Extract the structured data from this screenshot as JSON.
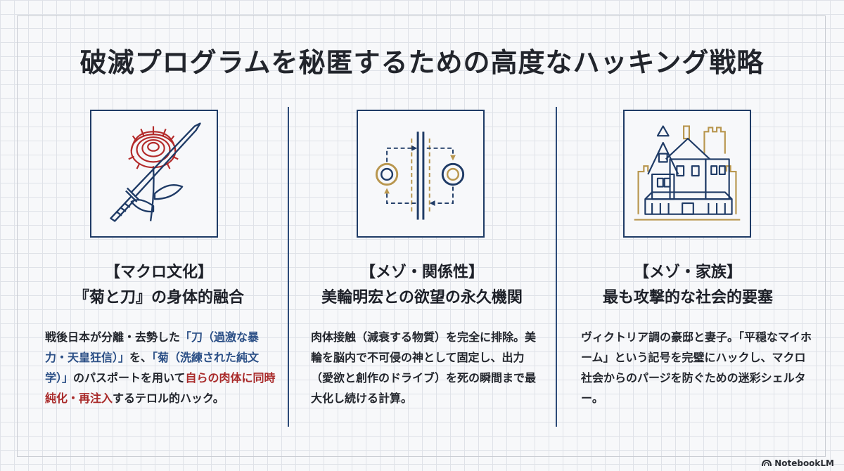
{
  "title": "破滅プログラムを秘匿するための高度なハッキング戦略",
  "columns": [
    {
      "tag": "【マクロ文化】",
      "heading": "『菊と刀』の身体的融合",
      "body": {
        "p1": "戦後日本が分離・去勢した",
        "h1": "「刀（過激な暴力・天皇狂信）」",
        "p2": "を、",
        "h2": "「菊（洗練された純文学）」",
        "p3": "のパスポートを用いて",
        "h3": "自らの肉体に同時純化・再注入",
        "p4": "するテロル的ハック。"
      }
    },
    {
      "tag": "【メゾ・関係性】",
      "heading": "美輪明宏との欲望の永久機関",
      "body": "肉体接触（減衰する物質）を完全に排除。美輪を脳内で不可侵の神として固定し、出力（愛欲と創作のドライブ）を死の瞬間まで最大化し続ける計算。"
    },
    {
      "tag": "【メゾ・家族】",
      "heading": "最も攻撃的な社会的要塞",
      "body": "ヴィクトリア調の豪邸と妻子。「平穏なマイホーム」という記号を完璧にハックし、マクロ社会からのパージを防ぐための迷彩シェルター。"
    }
  ],
  "icons": [
    "chrysanthemum-sword-icon",
    "circular-loop-icon",
    "victorian-mansion-icon"
  ],
  "colors": {
    "navy": "#1f3b66",
    "gold": "#b8964e",
    "red": "#b32a2a",
    "highlight_blue": "#2b4f86"
  },
  "brand": "NotebookLM"
}
